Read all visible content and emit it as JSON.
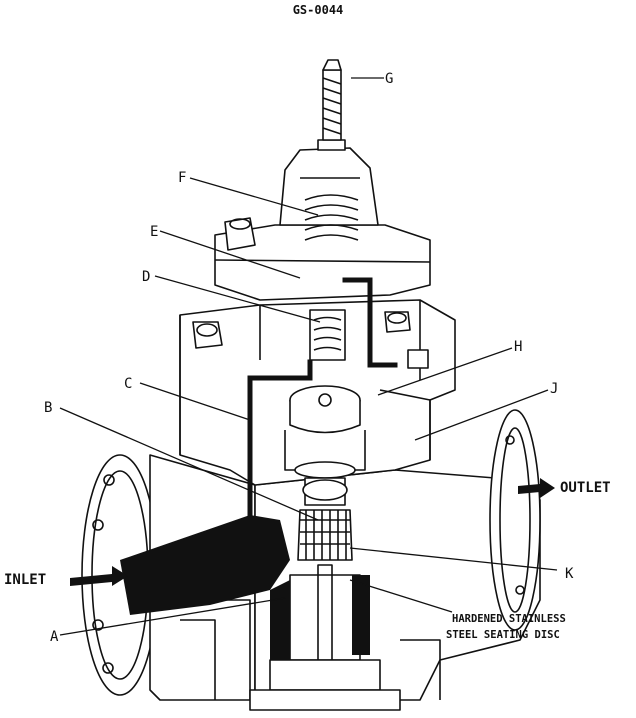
{
  "document": {
    "id": "GS-0044"
  },
  "labels": {
    "G": "G",
    "F": "F",
    "E": "E",
    "D": "D",
    "C": "C",
    "B": "B",
    "A": "A",
    "H": "H",
    "J": "J",
    "K": "K",
    "inlet": "INLET",
    "outlet": "OUTLET",
    "disc_line1": "HARDENED STAINLESS",
    "disc_line2": "STEEL SEATING DISC"
  }
}
